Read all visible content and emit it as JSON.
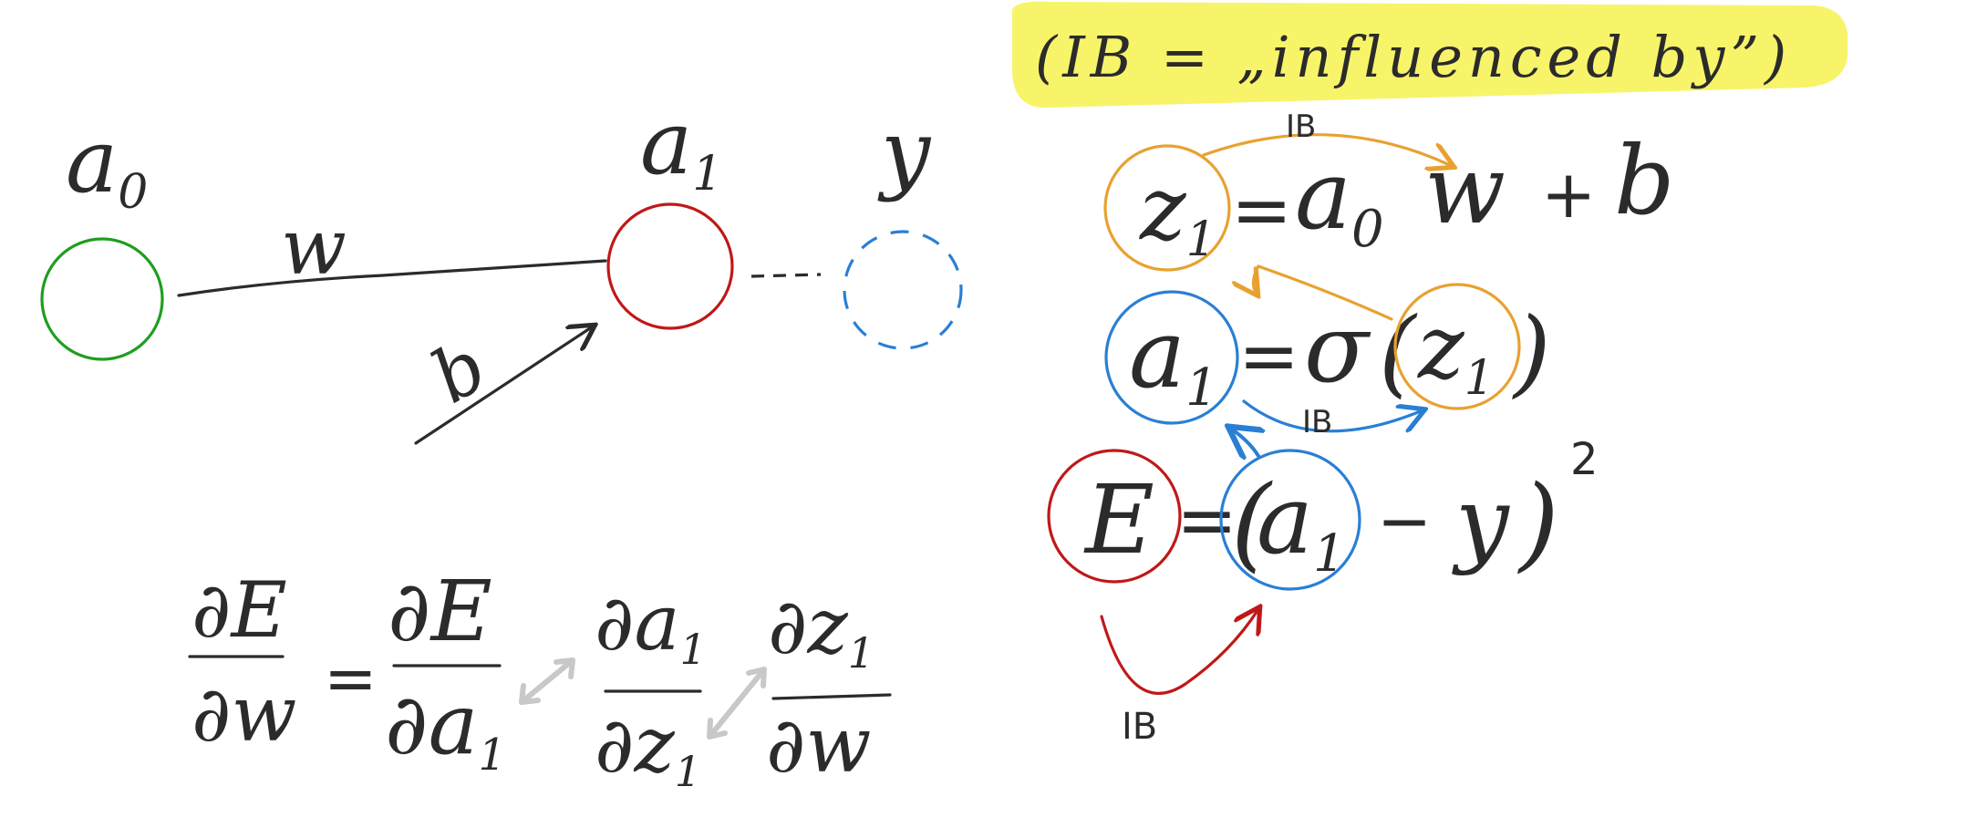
{
  "colors": {
    "ink": "#2b2b2b",
    "green": "#1f9e1f",
    "red": "#c01818",
    "blue": "#2a7fd4",
    "orange": "#e8a131",
    "highlight": "#f7f46a",
    "gray_arrow": "#c8c8c8"
  },
  "legend": {
    "text": "(IB = „influenced by”)"
  },
  "network": {
    "nodes": [
      {
        "label": "a",
        "sub": "0",
        "color": "green"
      },
      {
        "label": "a",
        "sub": "1",
        "color": "red"
      },
      {
        "label": "y",
        "sub": "",
        "color": "blue",
        "dashed": true
      }
    ],
    "weight_label": "w",
    "bias_label": "b"
  },
  "equations": {
    "z1": {
      "lhs": "z",
      "lhs_sub": "1",
      "eq": "=",
      "rhs": "a",
      "rhs_sub": "0",
      "w": "w",
      "plus": "+",
      "b": "b",
      "ib": "IB"
    },
    "a1": {
      "lhs": "a",
      "lhs_sub": "1",
      "eq": "=",
      "sigma": "σ",
      "open": "(",
      "z": "z",
      "z_sub": "1",
      "close": ")",
      "ib": "IB"
    },
    "E": {
      "lhs": "E",
      "eq": "=",
      "open": "(",
      "a": "a",
      "a_sub": "1",
      "minus": "−",
      "y": "y",
      "close": ")",
      "sq": "2",
      "ib": "IB"
    }
  },
  "chain_rule": {
    "partial": "∂",
    "lhs_num": "E",
    "lhs_den": "w",
    "eq": "=",
    "f1_num": "E",
    "f1_den": "a",
    "f1_den_sub": "1",
    "f2_num": "a",
    "f2_num_sub": "1",
    "f2_den": "z",
    "f2_den_sub": "1",
    "f3_num": "z",
    "f3_num_sub": "1",
    "f3_den": "w"
  }
}
